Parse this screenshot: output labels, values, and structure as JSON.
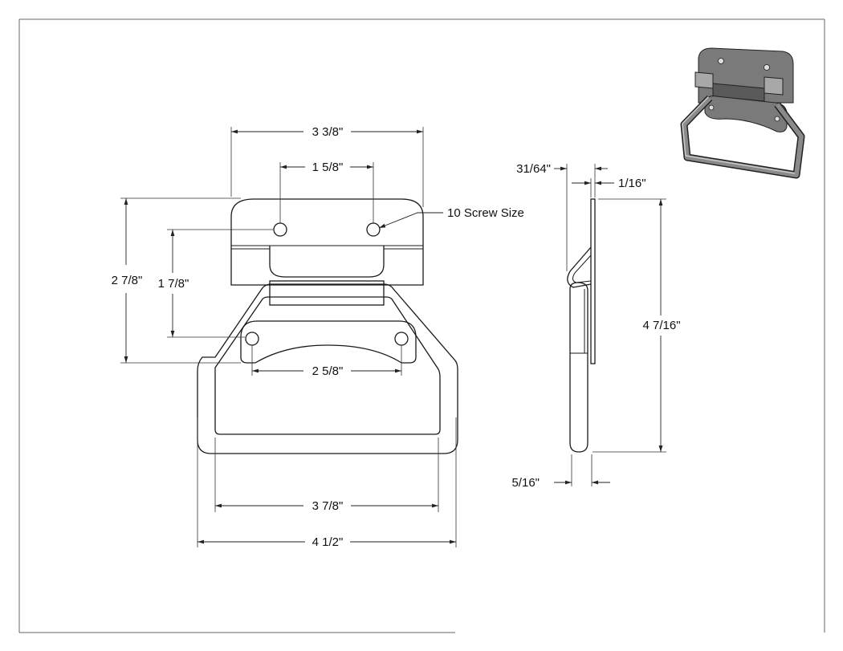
{
  "dimensions": {
    "overall_plate_width": "3 3/8\"",
    "top_hole_spacing": "1 5/8\"",
    "screw_callout": "10 Screw Size",
    "plate_height": "2 7/8\"",
    "hole_vertical_spacing": "1 7/8\"",
    "bottom_hole_spacing": "2 5/8\"",
    "handle_inner_width": "3 7/8\"",
    "handle_outer_width": "4 1/2\"",
    "side_offset": "31/64\"",
    "plate_thickness": "1/16\"",
    "overall_height": "4 7/16\"",
    "bar_diameter": "5/16\""
  },
  "colors": {
    "line": "#1a1a1a",
    "frame": "#666666",
    "render_shade": "#7a7a7a"
  }
}
